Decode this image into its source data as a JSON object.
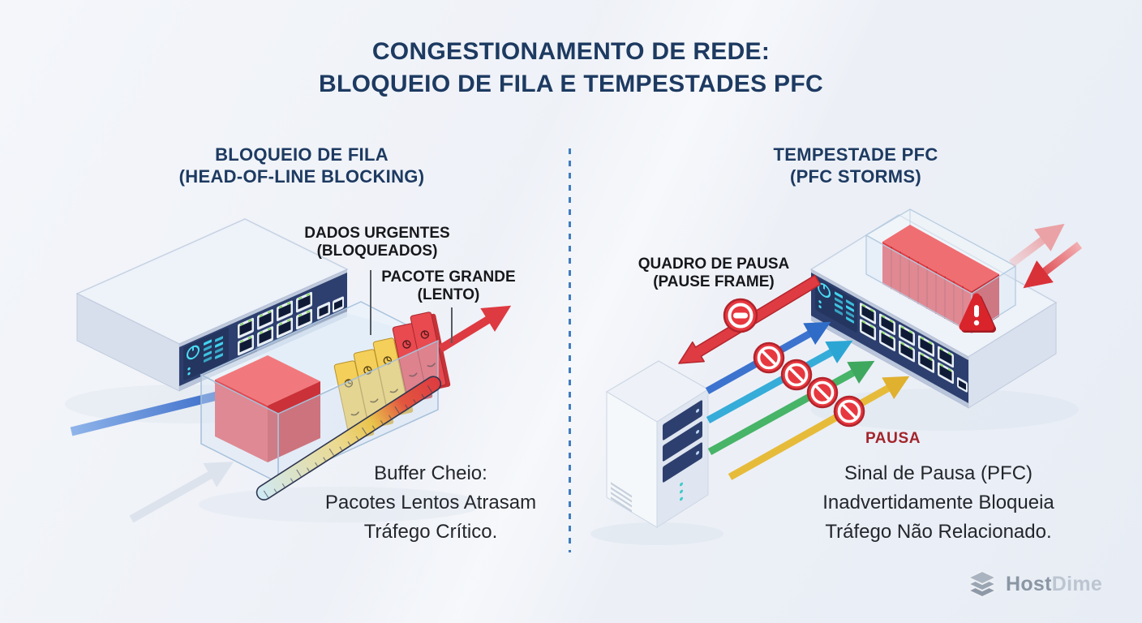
{
  "title": {
    "line1": "CONGESTIONAMENTO DE REDE:",
    "line2": "BLOQUEIO DE FILA E TEMPESTADES PFC"
  },
  "left_panel": {
    "heading_line1": "BLOQUEIO DE FILA",
    "heading_line2": "(HEAD-OF-LINE BLOCKING)",
    "label_blocked_line1": "DADOS URGENTES",
    "label_blocked_line2": "(BLOQUEADOS)",
    "label_slow_line1": "PACOTE GRANDE",
    "label_slow_line2": "(LENTO)",
    "caption_line1": "Buffer Cheio:",
    "caption_line2": "Pacotes Lentos Atrasam",
    "caption_line3": "Tráfego Crítico."
  },
  "right_panel": {
    "heading_line1": "TEMPESTADE PFC",
    "heading_line2": "(PFC STORMS)",
    "label_pause_line1": "QUADRO DE PAUSA",
    "label_pause_line2": "(PAUSE FRAME)",
    "pause_signal_label": "PAUSA",
    "caption_line1": "Sinal de Pausa (PFC)",
    "caption_line2": "Inadvertidamente Bloqueia",
    "caption_line3": "Tráfego Não Relacionado."
  },
  "footer": {
    "brand_part1": "Host",
    "brand_part2": "Dime"
  },
  "icons": {
    "pause_badge": "no-entry-minus-icon",
    "blocked_badge": "prohibition-icon",
    "warning": "warning-triangle-icon",
    "brand": "stacked-layers-icon"
  },
  "colors": {
    "heading_navy": "#1d3a61",
    "switch_panel_navy": "#2d3f6e",
    "led_cyan": "#41d4f0",
    "alert_red": "#e03c43",
    "packet_yellow": "#f4cf5a",
    "arrow_blue": "#3c73cf",
    "arrow_cyan": "#36acd9",
    "arrow_green": "#47b468",
    "arrow_yellow": "#e7bb3a",
    "pausa_dark_red": "#a3242b",
    "divider_blue": "#3f7dc0"
  }
}
